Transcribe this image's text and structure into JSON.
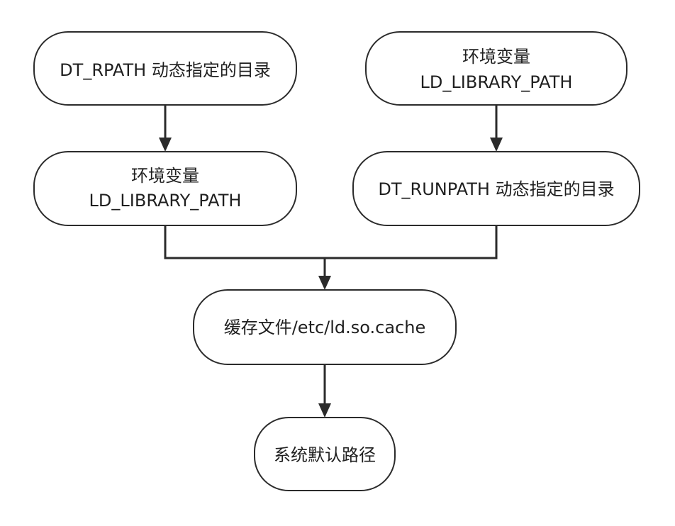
{
  "nodes": {
    "rpath": {
      "lines": [
        "DT_RPATH 动态指定的目录"
      ]
    },
    "env_left": {
      "lines": [
        "环境变量",
        "LD_LIBRARY_PATH"
      ]
    },
    "env_right": {
      "lines": [
        "环境变量",
        "LD_LIBRARY_PATH"
      ]
    },
    "runpath": {
      "lines": [
        "DT_RUNPATH 动态指定的目录"
      ]
    },
    "cache": {
      "lines": [
        "缓存文件/etc/ld.so.cache"
      ]
    },
    "default": {
      "lines": [
        "系统默认路径"
      ]
    }
  },
  "edges": [
    {
      "from": "rpath",
      "to": "env_left"
    },
    {
      "from": "env_right",
      "to": "runpath"
    },
    {
      "from": "env_left",
      "to": "cache"
    },
    {
      "from": "runpath",
      "to": "cache"
    },
    {
      "from": "cache",
      "to": "default"
    }
  ]
}
